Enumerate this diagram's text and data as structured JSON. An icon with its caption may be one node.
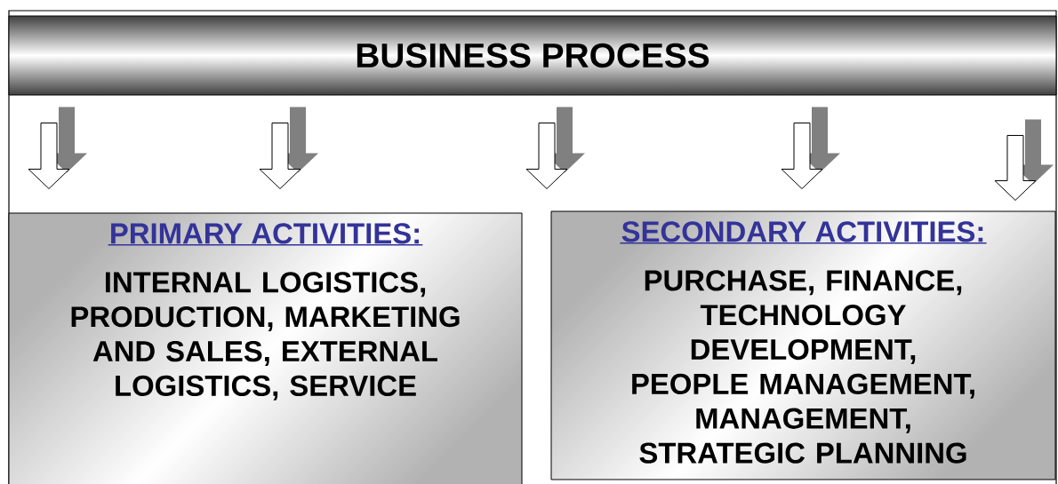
{
  "diagram": {
    "nodes": [
      {
        "text": [
          "BUSINESS PROCESS"
        ]
      },
      {
        "text": [
          "PRIMARY ACTIVITIES:",
          "INTERNAL LOGISTICS, PRODUCTION, MARKETING AND SALES, EXTERNAL LOGISTICS, SERVICE"
        ]
      },
      {
        "text": [
          "SECONDARY ACTIVITIES:",
          "PURCHASE, FINANCE, TECHNOLOGY DEVELOPMENT, PEOPLE MANAGEMENT, MANAGEMENT, STRATEGIC PLANNING"
        ]
      }
    ],
    "edges": [
      {
        "from": 0,
        "to": 1,
        "arrow": "to"
      },
      {
        "from": 0,
        "to": 1,
        "arrow": "to"
      },
      {
        "from": 0,
        "to": 2,
        "arrow": "to"
      },
      {
        "from": 0,
        "to": 2,
        "arrow": "to"
      },
      {
        "from": 0,
        "to": 2,
        "arrow": "to"
      }
    ]
  }
}
